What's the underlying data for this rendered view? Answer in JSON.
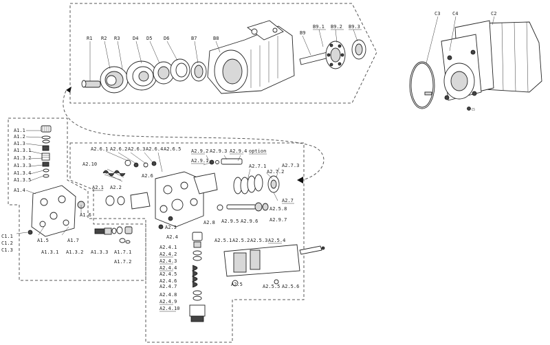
{
  "labels": {
    "R1": "R1",
    "R2": "R2",
    "R3": "R3",
    "D4": "D4",
    "D5": "D5",
    "D6": "D6",
    "B7": "B7",
    "B8": "B8",
    "B9": "B9",
    "B9_1": "B9.1",
    "B9_2": "B9.2",
    "B9_3": "B9.3",
    "C2": "C2",
    "C3": "C3",
    "C4": "C4",
    "A1_1": "A1.1",
    "A1_2": "A1.2",
    "A1_3": "A1.3",
    "A1_3_1": "A1.3.1",
    "A1_3_2": "A1.3.2",
    "A1_3_3": "A1.3.3",
    "A1_3_4": "A1.3.4",
    "A1_3_5": "A1.3.5",
    "A1_4": "A1.4",
    "A1_5": "A1.5",
    "A1_6": "A1.6",
    "A1_7": "A1.7",
    "A1_3_1b": "A1.3.1",
    "A1_3_2b": "A1.3.2",
    "A1_3_3b": "A1.3.3",
    "A1_7_1": "A1.7.1",
    "A1_7_2": "A1.7.2",
    "C1_1": "C1.1",
    "C1_2": "C1.2",
    "C1_3": "C1.3",
    "A2_6_1": "A2.6.1",
    "A2_6_2": "A2.6.2",
    "A2_6_3": "A2.6.3",
    "A2_6_4": "A2.6.4",
    "A2_6_5": "A2.6.5",
    "A2_10": "A2.10",
    "A2_6": "A2.6",
    "A2_1": "A2.1",
    "A2_2": "A2.2",
    "A2_3": "A2.3",
    "A2_9_2": "A2.9.2",
    "A2_9_3": "A2.9.3",
    "A2_9_4": "A2.9.4",
    "option": "option",
    "A2_9_1": "A2.9.1",
    "A2_7_1": "A2.7.1",
    "A2_7_2": "A2.7.2",
    "A2_7_3": "A2.7.3",
    "A2_7": "A2.7",
    "A2_5_8": "A2.5.8",
    "A2_8": "A2.8",
    "A2_9_5": "A2.9.5",
    "A2_9_6": "A2.9.6",
    "A2_9_7": "A2.9.7",
    "A2_4": "A2.4",
    "A2_4_1": "A2.4.1",
    "A2_4_2": "A2.4.2",
    "A2_4_3": "A2.4.3",
    "A2_4_4": "A2.4.4",
    "A2_4_5": "A2.4.5",
    "A2_4_6": "A2.4.6",
    "A2_4_7": "A2.4.7",
    "A2_4_8": "A2.4.8",
    "A2_4_9": "A2.4.9",
    "A2_4_10": "A2.4.10",
    "A2_5_1": "A2.5.1",
    "A2_5_2": "A2.5.2",
    "A2_5_3": "A2.5.3",
    "A2_5_4": "A2.5.4",
    "A2_5": "A2.5",
    "A2_5_5": "A2.5.5",
    "A2_5_6": "A2.5.6",
    "C5": "C5"
  }
}
